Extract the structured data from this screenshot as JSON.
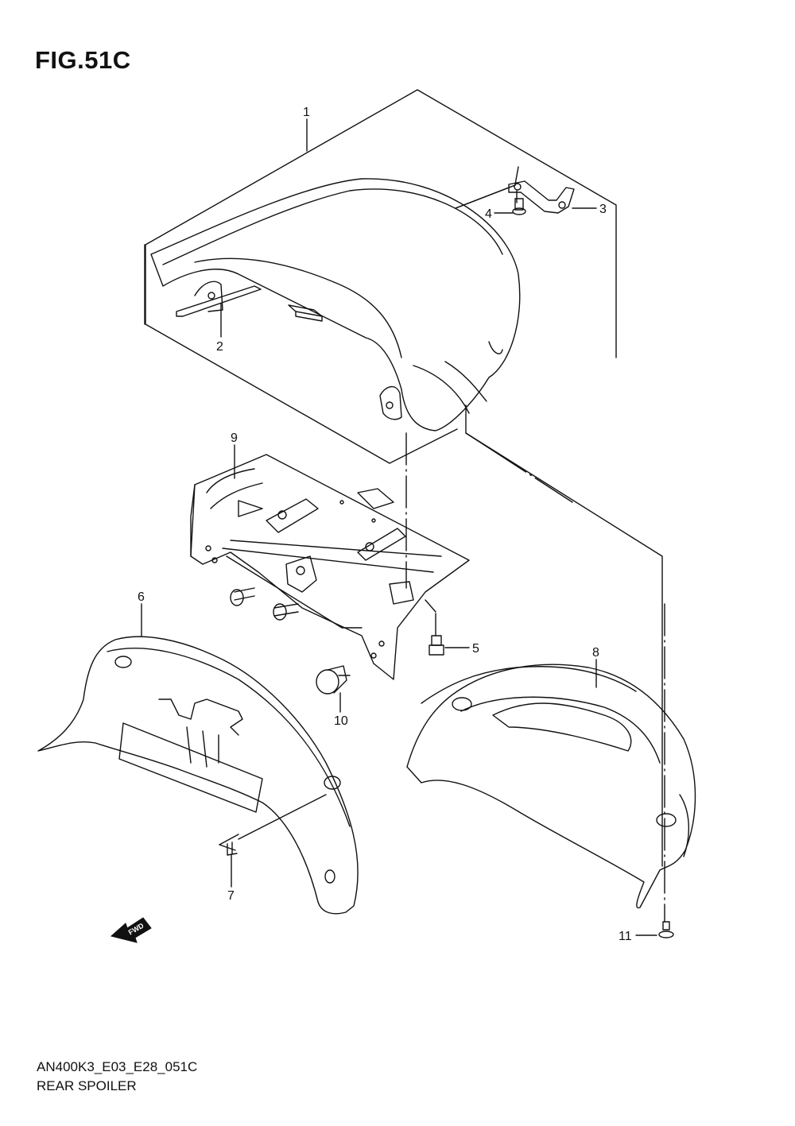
{
  "figure": {
    "title": "FIG.51C",
    "model_code": "AN400K3_E03_E28_051C",
    "section_name": "REAR SPOILER"
  },
  "fwd_label": "FWD",
  "callouts": [
    "1",
    "2",
    "3",
    "4",
    "5",
    "6",
    "7",
    "8",
    "9",
    "10",
    "11"
  ],
  "parts": [
    {
      "ref": "1",
      "name": "seat-cowl-assembly",
      "icon": "cowl-shell"
    },
    {
      "ref": "2",
      "name": "cowl-mounting-bracket",
      "icon": "bracket"
    },
    {
      "ref": "3",
      "name": "stay-plate",
      "icon": "plate"
    },
    {
      "ref": "4",
      "name": "screw",
      "icon": "screw"
    },
    {
      "ref": "5",
      "name": "bolt",
      "icon": "bolt"
    },
    {
      "ref": "6",
      "name": "left-spoiler-cover",
      "icon": "cover"
    },
    {
      "ref": "7",
      "name": "clip-fastener",
      "icon": "clip"
    },
    {
      "ref": "8",
      "name": "right-spoiler-cover",
      "icon": "cover"
    },
    {
      "ref": "9",
      "name": "spoiler-frame",
      "icon": "frame"
    },
    {
      "ref": "10",
      "name": "bolt",
      "icon": "bolt"
    },
    {
      "ref": "11",
      "name": "screw",
      "icon": "screw"
    }
  ],
  "line_color": "#111111"
}
